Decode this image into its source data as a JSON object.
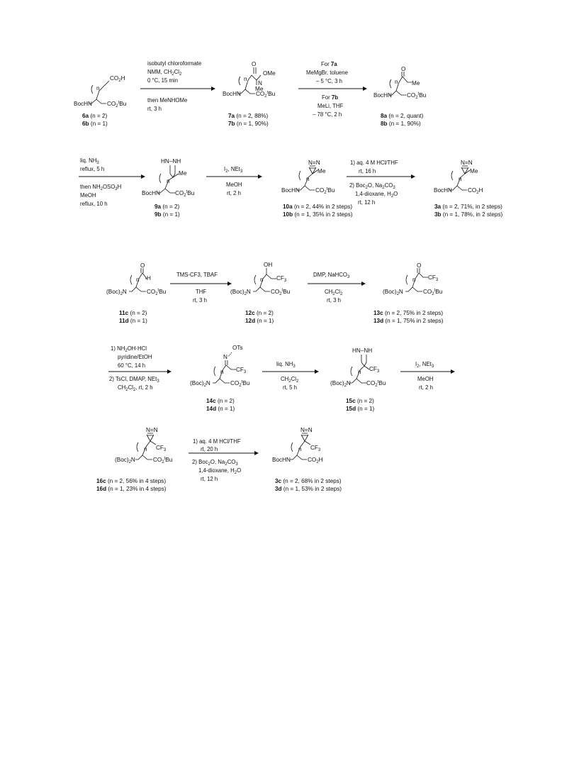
{
  "figure": "scheme",
  "molecules": {
    "m6": {
      "atoms": [
        "CO2H",
        "BocHN",
        "CO2tBu",
        "n"
      ],
      "labels": [
        "6a (n = 2)",
        "6b (n = 1)"
      ]
    },
    "m7": {
      "atoms": [
        "O",
        "OMe",
        "N",
        "Me",
        "n",
        "BocHN",
        "CO2tBu"
      ],
      "labels": [
        "7a (n = 2, 88%)",
        "7b (n = 1, 90%)"
      ]
    },
    "m8": {
      "atoms": [
        "O",
        "Me",
        "n",
        "BocHN",
        "CO2tBu"
      ],
      "labels": [
        "8a (n = 2, quant)",
        "8b (n = 1, 90%)"
      ]
    },
    "m9": {
      "atoms": [
        "HN–NH",
        "Me",
        "n",
        "BocHN",
        "CO2tBu"
      ],
      "labels": [
        "9a (n = 2)",
        "9b (n = 1)"
      ]
    },
    "m10": {
      "atoms": [
        "N=N",
        "Me",
        "n",
        "BocHN",
        "CO2tBu"
      ],
      "labels": [
        "10a (n = 2, 44% in 2 steps)",
        "10b (n = 1, 35% in 2 steps)"
      ]
    },
    "m3ab": {
      "atoms": [
        "N=N",
        "Me",
        "n",
        "BocHN",
        "CO2H"
      ],
      "labels": [
        "3a (n = 2, 71%, in 2 steps)",
        "3b (n = 1, 78%, in 2 steps)"
      ]
    },
    "m11": {
      "atoms": [
        "O",
        "H",
        "n",
        "(Boc)2N",
        "CO2tBu"
      ],
      "labels": [
        "11c (n = 2)",
        "11d (n = 1)"
      ]
    },
    "m12": {
      "atoms": [
        "OH",
        "CF3",
        "n",
        "(Boc)2N",
        "CO2tBu"
      ],
      "labels": [
        "12c (n = 2)",
        "12d (n = 1)"
      ]
    },
    "m13": {
      "atoms": [
        "O",
        "CF3",
        "n",
        "(Boc)2N",
        "CO2tBu"
      ],
      "labels": [
        "13c (n = 2, 75% in 2 steps)",
        "13d (n = 1, 75% in 2 steps)"
      ]
    },
    "m14": {
      "atoms": [
        "OTs",
        "N",
        "CF3",
        "n",
        "(Boc)2N",
        "CO2tBu"
      ],
      "labels": [
        "14c (n = 2)",
        "14d (n = 1)"
      ]
    },
    "m15": {
      "atoms": [
        "HN–NH",
        "CF3",
        "n",
        "(Boc)2N",
        "CO2tBu"
      ],
      "labels": [
        "15c (n = 2)",
        "15d (n = 1)"
      ]
    },
    "m16": {
      "atoms": [
        "N=N",
        "CF3",
        "n",
        "(Boc)2N",
        "CO2tBu"
      ],
      "labels": [
        "16c (n = 2, 56% in 4 steps)",
        "16d (n = 1, 23% in 4 steps)"
      ]
    },
    "m3cd": {
      "atoms": [
        "N=N",
        "CF3",
        "n",
        "BocHN",
        "CO2H"
      ],
      "labels": [
        "3c (n = 2, 68% in 2 steps)",
        "3d (n = 1, 53% in 2 steps)"
      ]
    }
  },
  "arrows": {
    "a1": {
      "above": [
        "isobutyl chloroformate",
        "NMM, CH2Cl2",
        "0 °C, 15 min"
      ],
      "below": [
        "then MeNHOMe",
        "rt, 3 h"
      ]
    },
    "a2": {
      "above": [
        "For 7a",
        "MeMgBr, toluene",
        "– 5 °C, 3 h"
      ],
      "below": [
        "For 7b",
        "MeLi, THF",
        "– 78 °C, 2 h"
      ]
    },
    "a3": {
      "above": [
        "liq. NH3",
        "reflux, 5 h"
      ],
      "below": [
        "then NH2OSO3H",
        "MeOH",
        "reflux, 10 h"
      ]
    },
    "a4": {
      "above": [
        "I2, NEt3"
      ],
      "below": [
        "MeOH",
        "rt, 2 h"
      ]
    },
    "a5": {
      "above": [
        "1) aq. 4 M HCl/THF",
        "rt, 16 h"
      ],
      "below": [
        "2) Boc2O, Na2CO3",
        "1,4-dioxane, H2O",
        "rt, 12 h"
      ]
    },
    "a6": {
      "above": [
        "TMS-CF3, TBAF"
      ],
      "below": [
        "THF",
        "rt, 3 h"
      ]
    },
    "a7": {
      "above": [
        "DMP, NaHCO3"
      ],
      "below": [
        "CH2Cl2",
        "rt, 3 h"
      ]
    },
    "a8": {
      "above": [
        "1) NH2OH·HCl",
        "pyridine/EtOH",
        "60 °C, 14 h"
      ],
      "below": [
        "2) TsCl, DMAP, NEt3",
        "CH2Cl2, rt, 2 h"
      ]
    },
    "a9": {
      "above": [
        "liq. NH3"
      ],
      "below": [
        "CH2Cl2",
        "rt, 5 h"
      ]
    },
    "a10": {
      "above": [
        "I2, NEt3"
      ],
      "below": [
        "MeOH",
        "rt, 2 h"
      ]
    },
    "a11": {
      "above": [
        "1) aq. 4 M HCl/THF",
        "rt, 20 h"
      ],
      "below": [
        "2) Boc2O, Na2CO3",
        "1,4-dioxane, H2O",
        "rt, 12 h"
      ]
    }
  }
}
